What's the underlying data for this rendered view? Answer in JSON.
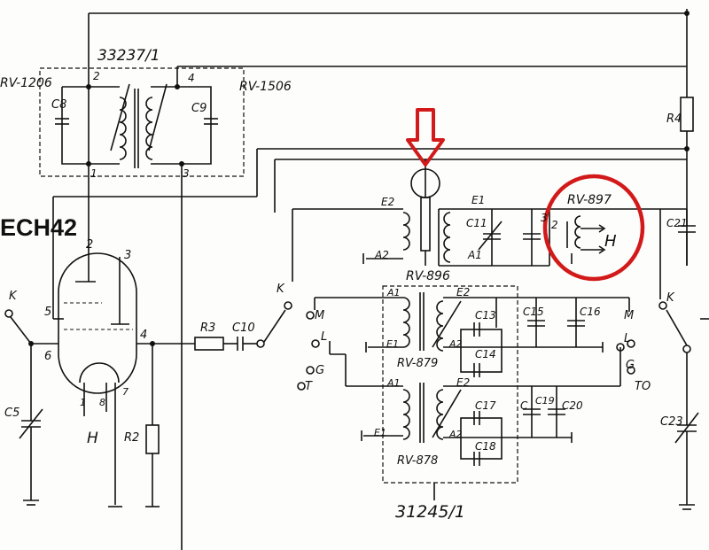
{
  "diagram": {
    "labels": {
      "block_top": "33237/1",
      "block_bottom": "31245/1",
      "coil_left_top": "RV-1206",
      "coil_right_top": "RV-1506",
      "coil_rv897": "RV-897",
      "coil_rv896": "RV-896",
      "coil_rv879": "RV-879",
      "coil_rv878": "RV-878",
      "tube": "ECH42",
      "c8": "C8",
      "c9": "C9",
      "c11": "C11",
      "c13": "C13",
      "c14": "C14",
      "c15": "C15",
      "c16": "C16",
      "c17": "C17",
      "c18": "C18",
      "c19": "C19",
      "c20": "C20",
      "c21": "C21",
      "c23": "C23",
      "c5": "C5",
      "c10": "C10",
      "c_plain": "C",
      "r2": "R2",
      "r3": "R3",
      "r4": "R4",
      "e1": "E1",
      "e2": "E2",
      "a1": "A1",
      "a2": "A2",
      "h": "H",
      "k": "K",
      "m": "M",
      "l": "L",
      "g": "G",
      "t": "T",
      "to": "TO",
      "n1": "1",
      "n2": "2",
      "n3": "3",
      "n4": "4",
      "n5": "5",
      "n6": "6",
      "n7": "7",
      "n8": "8"
    }
  }
}
